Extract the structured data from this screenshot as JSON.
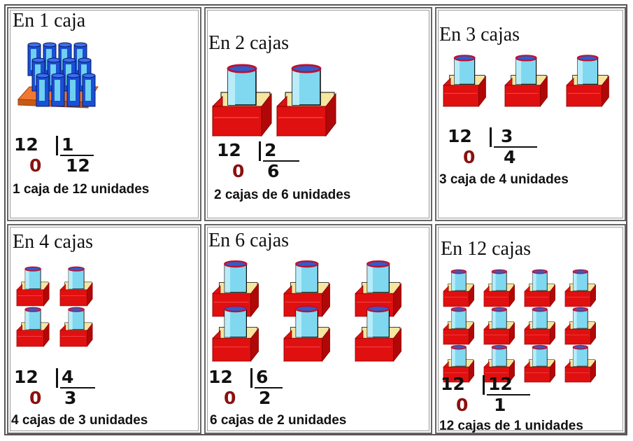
{
  "panels": [
    {
      "title": "En 1 caja",
      "dividend": "12",
      "divisor": "1",
      "remainder": "0",
      "quotient": "12",
      "caption": "1 caja de 12 unidades",
      "icon": "crate-of-cans-icon",
      "box_count": 1
    },
    {
      "title": "En 2 cajas",
      "dividend": "12",
      "divisor": "2",
      "remainder": "0",
      "quotient": "6",
      "caption": "2 cajas de 6 unidades",
      "icon": "can-in-box-icon",
      "box_count": 2
    },
    {
      "title": "En 3 cajas",
      "dividend": "12",
      "divisor": "3",
      "remainder": "0",
      "quotient": "4",
      "caption": "3 caja de 4 unidades",
      "icon": "can-in-box-icon",
      "box_count": 3
    },
    {
      "title": "En 4 cajas",
      "dividend": "12",
      "divisor": "4",
      "remainder": "0",
      "quotient": "3",
      "caption": "4 cajas de 3 unidades",
      "icon": "can-in-box-icon",
      "box_count": 4
    },
    {
      "title": "En 6 cajas",
      "dividend": "12",
      "divisor": "6",
      "remainder": "0",
      "quotient": "2",
      "caption": "6 cajas de 2 unidades",
      "icon": "can-in-box-icon",
      "box_count": 6
    },
    {
      "title": "En 12 cajas",
      "dividend": "12",
      "divisor": "12",
      "remainder": "0",
      "quotient": "1",
      "caption": "12 cajas de 1 unidades",
      "icon": "can-in-box-icon",
      "box_count": 12
    }
  ],
  "colors": {
    "box_red": "#e01010",
    "box_dark": "#8a0000",
    "box_inner": "#f5e6a0",
    "can_body": "#7fd8f0",
    "can_top": "#2a5fd0",
    "can_rim": "#c01030",
    "crate_orange": "#f07830",
    "can_blue": "#1a4fd8",
    "remainder_red": "#8b1010"
  }
}
